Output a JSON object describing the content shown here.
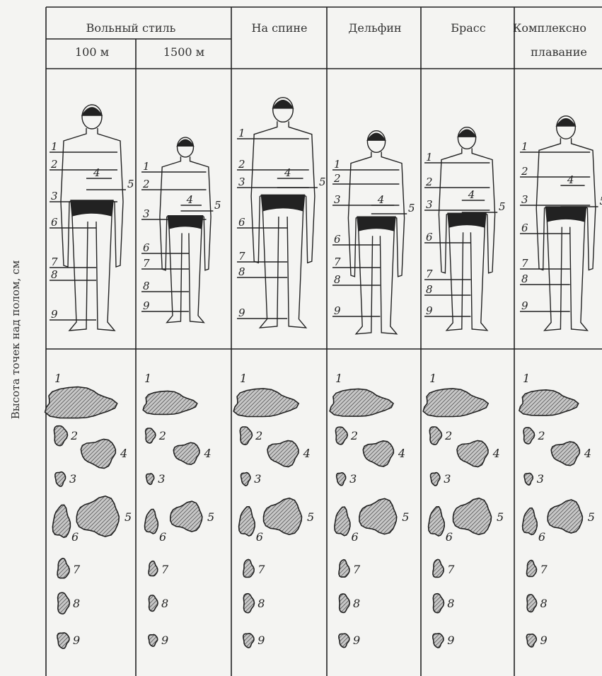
{
  "y_axis_label": "Высота точек над полом, см",
  "header": {
    "group": "Вольный стиль",
    "sub_100": "100 м",
    "sub_1500": "1500 м",
    "back": "На спине",
    "butterfly": "Дельфин",
    "breast": "Брасс",
    "medley_line1": "Комплексно",
    "medley_line2": "плавание"
  },
  "point_labels": [
    "1",
    "2",
    "3",
    "4",
    "5",
    "6",
    "7",
    "8",
    "9"
  ],
  "columns": [
    {
      "key": "free100"
    },
    {
      "key": "free1500"
    },
    {
      "key": "back"
    },
    {
      "key": "fly"
    },
    {
      "key": "breast"
    },
    {
      "key": "medley"
    }
  ],
  "colors": {
    "ink": "#222222",
    "paper": "#f4f4f2",
    "shape_fill": "#9a9a9a"
  }
}
